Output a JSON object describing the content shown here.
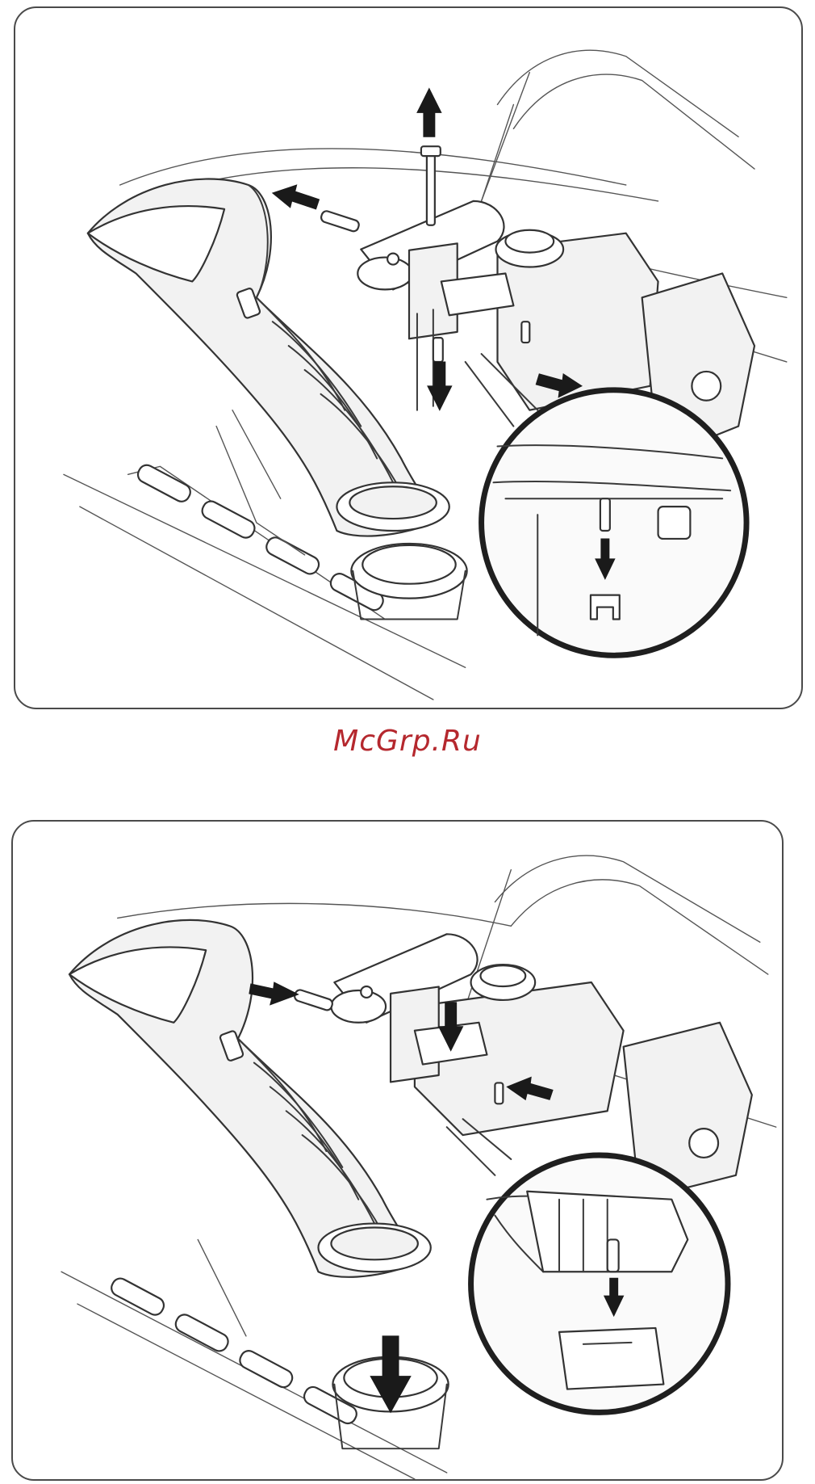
{
  "watermark": {
    "text": "McGrp.Ru",
    "color": "#b5282e"
  },
  "panels": [
    {
      "id": "top",
      "illustration": "chute-removal",
      "detail": "magnified-pin-removal"
    },
    {
      "id": "bottom",
      "illustration": "chute-installation",
      "detail": "magnified-bracket-installation"
    }
  ],
  "colors": {
    "border": "#4a4a4a",
    "linework": "#333333",
    "arrows": "#1a1a1a"
  }
}
